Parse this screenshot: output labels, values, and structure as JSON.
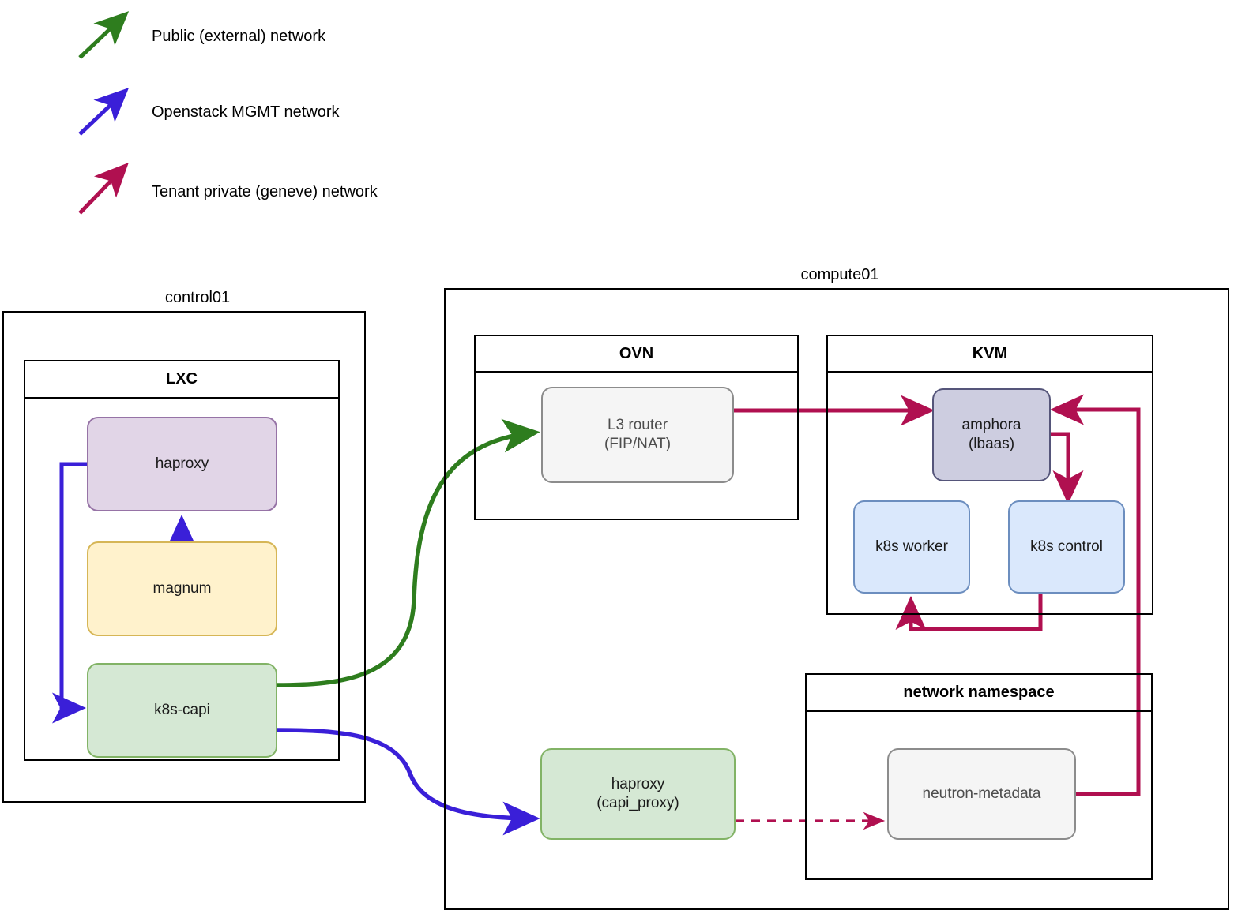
{
  "legend": {
    "items": [
      {
        "label": "Public (external) network",
        "color": "#2e7d1e",
        "icon": "arrow-up-right-icon"
      },
      {
        "label": "Openstack MGMT network",
        "color": "#3a1fd8",
        "icon": "arrow-up-right-icon"
      },
      {
        "label": "Tenant private (geneve) network",
        "color": "#b01050",
        "icon": "arrow-up-right-icon"
      }
    ]
  },
  "hosts": {
    "control01": {
      "title": "control01"
    },
    "compute01": {
      "title": "compute01"
    }
  },
  "groups": {
    "lxc": {
      "title": "LXC"
    },
    "ovn": {
      "title": "OVN"
    },
    "kvm": {
      "title": "KVM"
    },
    "netns": {
      "title": "network namespace"
    }
  },
  "nodes": {
    "haproxy_ctrl": {
      "label": "haproxy",
      "fill": "#e1d5e7",
      "stroke": "#9673a6"
    },
    "magnum": {
      "label": "magnum",
      "fill": "#fff2cc",
      "stroke": "#d6b656"
    },
    "k8s_capi": {
      "label": "k8s-capi",
      "fill": "#d5e8d4",
      "stroke": "#82b366"
    },
    "l3_router": {
      "label_line1": "L3 router",
      "label_line2": "(FIP/NAT)",
      "fill": "#f5f5f5",
      "stroke": "#8c8c8c"
    },
    "amphora": {
      "label_line1": "amphora",
      "label_line2": "(lbaas)",
      "fill": "#cdcde0",
      "stroke": "#55557a"
    },
    "k8s_worker": {
      "label": "k8s worker",
      "fill": "#dae8fc",
      "stroke": "#6c8ebf"
    },
    "k8s_control": {
      "label": "k8s control",
      "fill": "#dae8fc",
      "stroke": "#6c8ebf"
    },
    "haproxy_capi": {
      "label_line1": "haproxy",
      "label_line2": "(capi_proxy)",
      "fill": "#d5e8d4",
      "stroke": "#82b366"
    },
    "neutron_metadata": {
      "label": "neutron-metadata",
      "fill": "#f5f5f5",
      "stroke": "#8c8c8c"
    }
  },
  "colors": {
    "public": "#2e7d1e",
    "mgmt": "#3a1fd8",
    "tenant": "#b01050",
    "outline": "#000000"
  },
  "edges": [
    {
      "name": "haproxy-to-k8s-capi",
      "network": "mgmt"
    },
    {
      "name": "magnum-to-haproxy",
      "network": "mgmt"
    },
    {
      "name": "k8s-capi-to-l3-router",
      "network": "public"
    },
    {
      "name": "k8s-capi-to-haproxy-capi",
      "network": "mgmt"
    },
    {
      "name": "l3-router-to-amphora",
      "network": "tenant"
    },
    {
      "name": "amphora-to-k8s-control",
      "network": "tenant"
    },
    {
      "name": "k8s-control-to-k8s-worker",
      "network": "tenant"
    },
    {
      "name": "neutron-metadata-to-amphora",
      "network": "tenant"
    },
    {
      "name": "haproxy-capi-to-neutron-metadata",
      "network": "tenant",
      "style": "dashed"
    }
  ]
}
